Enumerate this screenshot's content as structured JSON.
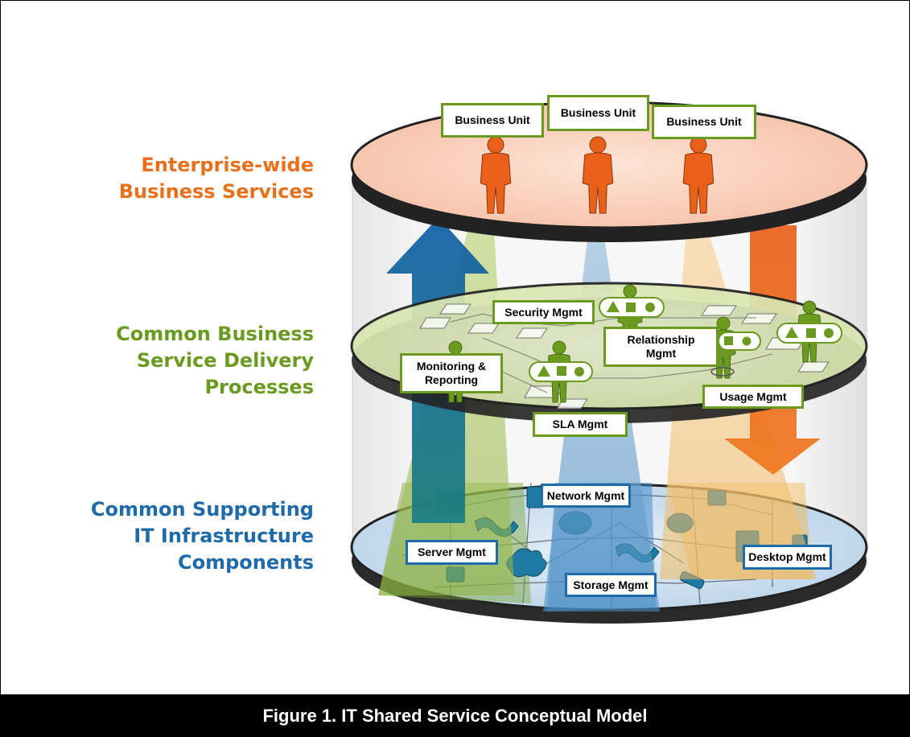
{
  "layers": {
    "top": {
      "line1": "Enterprise-wide",
      "line2": "Business Services",
      "color": "#e8701a"
    },
    "middle": {
      "line1": "Common Business",
      "line2": "Service Delivery",
      "line3": "Processes",
      "color": "#6a9a1f"
    },
    "bottom": {
      "line1": "Common Supporting",
      "line2": "IT Infrastructure",
      "line3": "Components",
      "color": "#1f6aa8"
    }
  },
  "business_units": [
    "Business Unit",
    "Business Unit",
    "Business Unit"
  ],
  "processes": {
    "security": "Security Mgmt",
    "relationship": "Relationship Mgmt",
    "monitoring": "Monitoring & Reporting",
    "usage": "Usage Mgmt",
    "sla": "SLA Mgmt"
  },
  "components": {
    "network": "Network Mgmt",
    "server": "Server Mgmt",
    "storage": "Storage Mgmt",
    "desktop": "Desktop Mgmt"
  },
  "caption": "Figure 1. IT Shared Service Conceptual Model",
  "colors": {
    "orange": "#e8701a",
    "green": "#6a9a1f",
    "blue": "#1f6aa8",
    "caption_bg": "#000000"
  }
}
